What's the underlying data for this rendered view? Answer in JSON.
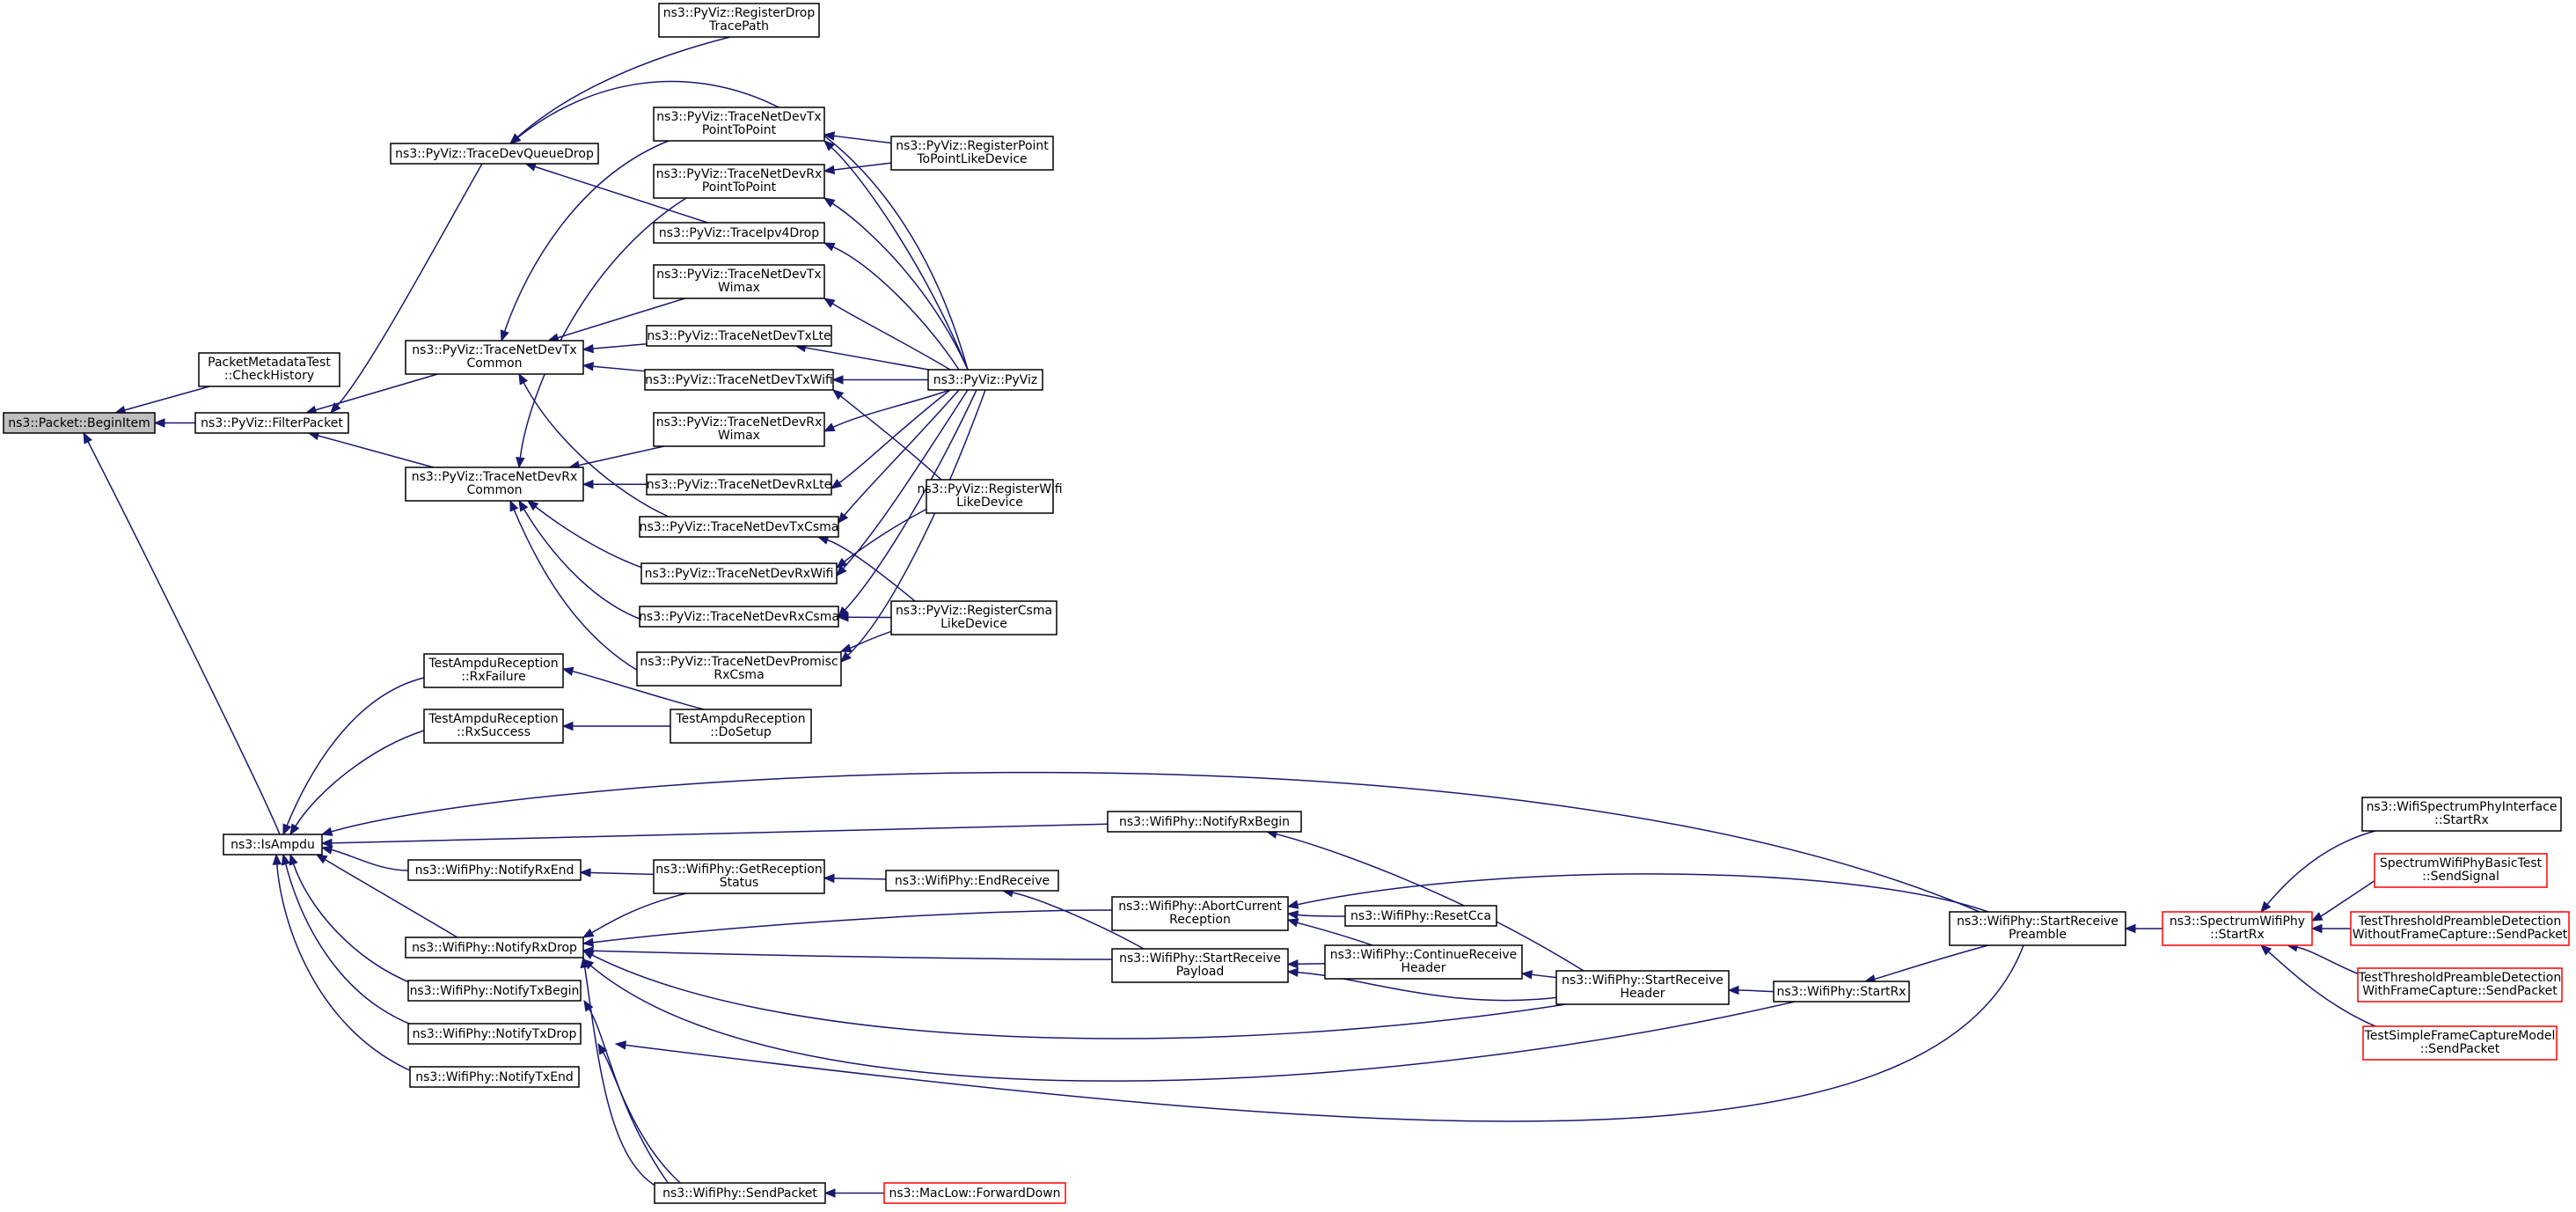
{
  "colors": {
    "edge": "#191970",
    "node_border": "#000000",
    "node_border_truncated": "#ff0000",
    "root_fill": "#bfbfbf",
    "background": "#ffffff"
  },
  "nodes": {
    "begin_item": {
      "lines": [
        "ns3::Packet::BeginItem"
      ],
      "style": "root"
    },
    "check_history": {
      "lines": [
        "PacketMetadataTest",
        "::CheckHistory"
      ]
    },
    "filter_packet": {
      "lines": [
        "ns3::PyViz::FilterPacket"
      ]
    },
    "is_ampdu": {
      "lines": [
        "ns3::IsAmpdu"
      ]
    },
    "trace_devqueue_drop": {
      "lines": [
        "ns3::PyViz::TraceDevQueueDrop"
      ]
    },
    "trace_netdevtx_common": {
      "lines": [
        "ns3::PyViz::TraceNetDevTx",
        "Common"
      ]
    },
    "trace_netdevrx_common": {
      "lines": [
        "ns3::PyViz::TraceNetDevRx",
        "Common"
      ]
    },
    "rx_failure": {
      "lines": [
        "TestAmpduReception",
        "::RxFailure"
      ]
    },
    "rx_success": {
      "lines": [
        "TestAmpduReception",
        "::RxSuccess"
      ]
    },
    "notify_rx_end": {
      "lines": [
        "ns3::WifiPhy::NotifyRxEnd"
      ]
    },
    "notify_rx_drop": {
      "lines": [
        "ns3::WifiPhy::NotifyRxDrop"
      ]
    },
    "notify_tx_begin": {
      "lines": [
        "ns3::WifiPhy::NotifyTxBegin"
      ]
    },
    "notify_tx_drop": {
      "lines": [
        "ns3::WifiPhy::NotifyTxDrop"
      ]
    },
    "notify_tx_end": {
      "lines": [
        "ns3::WifiPhy::NotifyTxEnd"
      ]
    },
    "register_drop_tracepath": {
      "lines": [
        "ns3::PyViz::RegisterDrop",
        "TracePath"
      ]
    },
    "tx_ptp": {
      "lines": [
        "ns3::PyViz::TraceNetDevTx",
        "PointToPoint"
      ]
    },
    "rx_ptp": {
      "lines": [
        "ns3::PyViz::TraceNetDevRx",
        "PointToPoint"
      ]
    },
    "ipv4_drop": {
      "lines": [
        "ns3::PyViz::TraceIpv4Drop"
      ]
    },
    "tx_wimax": {
      "lines": [
        "ns3::PyViz::TraceNetDevTx",
        "Wimax"
      ]
    },
    "tx_lte": {
      "lines": [
        "ns3::PyViz::TraceNetDevTxLte"
      ]
    },
    "tx_wifi": {
      "lines": [
        "ns3::PyViz::TraceNetDevTxWifi"
      ]
    },
    "rx_wimax": {
      "lines": [
        "ns3::PyViz::TraceNetDevRx",
        "Wimax"
      ]
    },
    "rx_lte": {
      "lines": [
        "ns3::PyViz::TraceNetDevRxLte"
      ]
    },
    "tx_csma": {
      "lines": [
        "ns3::PyViz::TraceNetDevTxCsma"
      ]
    },
    "rx_wifi": {
      "lines": [
        "ns3::PyViz::TraceNetDevRxWifi"
      ]
    },
    "rx_csma": {
      "lines": [
        "ns3::PyViz::TraceNetDevRxCsma"
      ]
    },
    "promisc_rx_csma": {
      "lines": [
        "ns3::PyViz::TraceNetDevPromisc",
        "RxCsma"
      ]
    },
    "do_setup": {
      "lines": [
        "TestAmpduReception",
        "::DoSetup"
      ]
    },
    "get_reception_status": {
      "lines": [
        "ns3::WifiPhy::GetReception",
        "Status"
      ]
    },
    "send_packet": {
      "lines": [
        "ns3::WifiPhy::SendPacket"
      ]
    },
    "pyviz": {
      "lines": [
        "ns3::PyViz::PyViz"
      ]
    },
    "register_ptp_like": {
      "lines": [
        "ns3::PyViz::RegisterPoint",
        "ToPointLikeDevice"
      ]
    },
    "register_wifi_like": {
      "lines": [
        "ns3::PyViz::RegisterWifi",
        "LikeDevice"
      ]
    },
    "register_csma_like": {
      "lines": [
        "ns3::PyViz::RegisterCsma",
        "LikeDevice"
      ]
    },
    "end_receive": {
      "lines": [
        "ns3::WifiPhy::EndReceive"
      ]
    },
    "notify_rx_begin": {
      "lines": [
        "ns3::WifiPhy::NotifyRxBegin"
      ]
    },
    "abort_current_reception": {
      "lines": [
        "ns3::WifiPhy::AbortCurrent",
        "Reception"
      ]
    },
    "start_receive_payload": {
      "lines": [
        "ns3::WifiPhy::StartReceive",
        "Payload"
      ]
    },
    "forward_down": {
      "lines": [
        "ns3::MacLow::ForwardDown"
      ],
      "style": "red"
    },
    "reset_cca": {
      "lines": [
        "ns3::WifiPhy::ResetCca"
      ]
    },
    "continue_receive_header": {
      "lines": [
        "ns3::WifiPhy::ContinueReceive",
        "Header"
      ]
    },
    "start_receive_header": {
      "lines": [
        "ns3::WifiPhy::StartReceive",
        "Header"
      ]
    },
    "start_rx": {
      "lines": [
        "ns3::WifiPhy::StartRx"
      ]
    },
    "start_receive_preamble": {
      "lines": [
        "ns3::WifiPhy::StartReceive",
        "Preamble"
      ]
    },
    "spectrum_start_rx": {
      "lines": [
        "ns3::SpectrumWifiPhy",
        "::StartRx"
      ],
      "style": "red"
    },
    "wifi_spectrum_interface_start_rx": {
      "lines": [
        "ns3::WifiSpectrumPhyInterface",
        "::StartRx"
      ]
    },
    "basic_test_send_signal": {
      "lines": [
        "SpectrumWifiPhyBasicTest",
        "::SendSignal"
      ],
      "style": "red"
    },
    "threshold_without_capture": {
      "lines": [
        "TestThresholdPreambleDetection",
        "WithoutFrameCapture::SendPacket"
      ],
      "style": "red"
    },
    "threshold_with_capture": {
      "lines": [
        "TestThresholdPreambleDetection",
        "WithFrameCapture::SendPacket"
      ],
      "style": "red"
    },
    "simple_frame_capture": {
      "lines": [
        "TestSimpleFrameCaptureModel",
        "::SendPacket"
      ],
      "style": "red"
    }
  },
  "edges": [
    [
      "check_history",
      "begin_item"
    ],
    [
      "filter_packet",
      "begin_item"
    ],
    [
      "is_ampdu",
      "begin_item"
    ],
    [
      "trace_devqueue_drop",
      "filter_packet"
    ],
    [
      "trace_netdevtx_common",
      "filter_packet"
    ],
    [
      "trace_netdevrx_common",
      "filter_packet"
    ],
    [
      "register_drop_tracepath",
      "trace_devqueue_drop"
    ],
    [
      "pyviz",
      "trace_devqueue_drop"
    ],
    [
      "ipv4_drop",
      "trace_devqueue_drop"
    ],
    [
      "tx_ptp",
      "trace_netdevtx_common"
    ],
    [
      "tx_wimax",
      "trace_netdevtx_common"
    ],
    [
      "tx_lte",
      "trace_netdevtx_common"
    ],
    [
      "tx_wifi",
      "trace_netdevtx_common"
    ],
    [
      "tx_csma",
      "trace_netdevtx_common"
    ],
    [
      "rx_ptp",
      "trace_netdevrx_common"
    ],
    [
      "rx_wimax",
      "trace_netdevrx_common"
    ],
    [
      "rx_lte",
      "trace_netdevrx_common"
    ],
    [
      "rx_wifi",
      "trace_netdevrx_common"
    ],
    [
      "rx_csma",
      "trace_netdevrx_common"
    ],
    [
      "promisc_rx_csma",
      "trace_netdevrx_common"
    ],
    [
      "pyviz",
      "tx_ptp"
    ],
    [
      "register_ptp_like",
      "tx_ptp"
    ],
    [
      "pyviz",
      "rx_ptp"
    ],
    [
      "register_ptp_like",
      "rx_ptp"
    ],
    [
      "pyviz",
      "ipv4_drop"
    ],
    [
      "pyviz",
      "tx_wimax"
    ],
    [
      "pyviz",
      "tx_lte"
    ],
    [
      "pyviz",
      "tx_wifi"
    ],
    [
      "register_wifi_like",
      "tx_wifi"
    ],
    [
      "pyviz",
      "rx_wimax"
    ],
    [
      "pyviz",
      "rx_lte"
    ],
    [
      "pyviz",
      "tx_csma"
    ],
    [
      "register_csma_like",
      "tx_csma"
    ],
    [
      "pyviz",
      "rx_wifi"
    ],
    [
      "register_wifi_like",
      "rx_wifi"
    ],
    [
      "pyviz",
      "rx_csma"
    ],
    [
      "register_csma_like",
      "rx_csma"
    ],
    [
      "pyviz",
      "promisc_rx_csma"
    ],
    [
      "register_csma_like",
      "promisc_rx_csma"
    ],
    [
      "rx_failure",
      "is_ampdu"
    ],
    [
      "rx_success",
      "is_ampdu"
    ],
    [
      "do_setup",
      "rx_failure"
    ],
    [
      "do_setup",
      "rx_success"
    ],
    [
      "start_receive_preamble",
      "is_ampdu"
    ],
    [
      "notify_rx_begin",
      "is_ampdu"
    ],
    [
      "notify_rx_end",
      "is_ampdu"
    ],
    [
      "notify_rx_drop",
      "is_ampdu"
    ],
    [
      "notify_tx_begin",
      "is_ampdu"
    ],
    [
      "notify_tx_drop",
      "is_ampdu"
    ],
    [
      "notify_tx_end",
      "is_ampdu"
    ],
    [
      "get_reception_status",
      "notify_rx_end"
    ],
    [
      "get_reception_status",
      "notify_rx_drop"
    ],
    [
      "abort_current_reception",
      "notify_rx_drop"
    ],
    [
      "start_receive_payload",
      "notify_rx_drop"
    ],
    [
      "start_receive_header",
      "notify_rx_drop"
    ],
    [
      "start_rx",
      "notify_rx_drop"
    ],
    [
      "send_packet",
      "notify_rx_drop"
    ],
    [
      "send_packet",
      "notify_tx_begin"
    ],
    [
      "send_packet",
      "notify_tx_drop"
    ],
    [
      "start_receive_preamble",
      "notify_tx_drop"
    ],
    [
      "end_receive",
      "get_reception_status"
    ],
    [
      "start_receive_payload",
      "end_receive"
    ],
    [
      "start_receive_header",
      "notify_rx_begin"
    ],
    [
      "reset_cca",
      "abort_current_reception"
    ],
    [
      "start_receive_preamble",
      "abort_current_reception"
    ],
    [
      "continue_receive_header",
      "abort_current_reception"
    ],
    [
      "continue_receive_header",
      "start_receive_payload"
    ],
    [
      "start_receive_header",
      "start_receive_payload"
    ],
    [
      "start_receive_header",
      "continue_receive_header"
    ],
    [
      "start_rx",
      "start_receive_header"
    ],
    [
      "start_receive_preamble",
      "start_rx"
    ],
    [
      "spectrum_start_rx",
      "start_receive_preamble"
    ],
    [
      "wifi_spectrum_interface_start_rx",
      "spectrum_start_rx"
    ],
    [
      "basic_test_send_signal",
      "spectrum_start_rx"
    ],
    [
      "threshold_without_capture",
      "spectrum_start_rx"
    ],
    [
      "threshold_with_capture",
      "spectrum_start_rx"
    ],
    [
      "simple_frame_capture",
      "spectrum_start_rx"
    ],
    [
      "forward_down",
      "send_packet"
    ]
  ]
}
